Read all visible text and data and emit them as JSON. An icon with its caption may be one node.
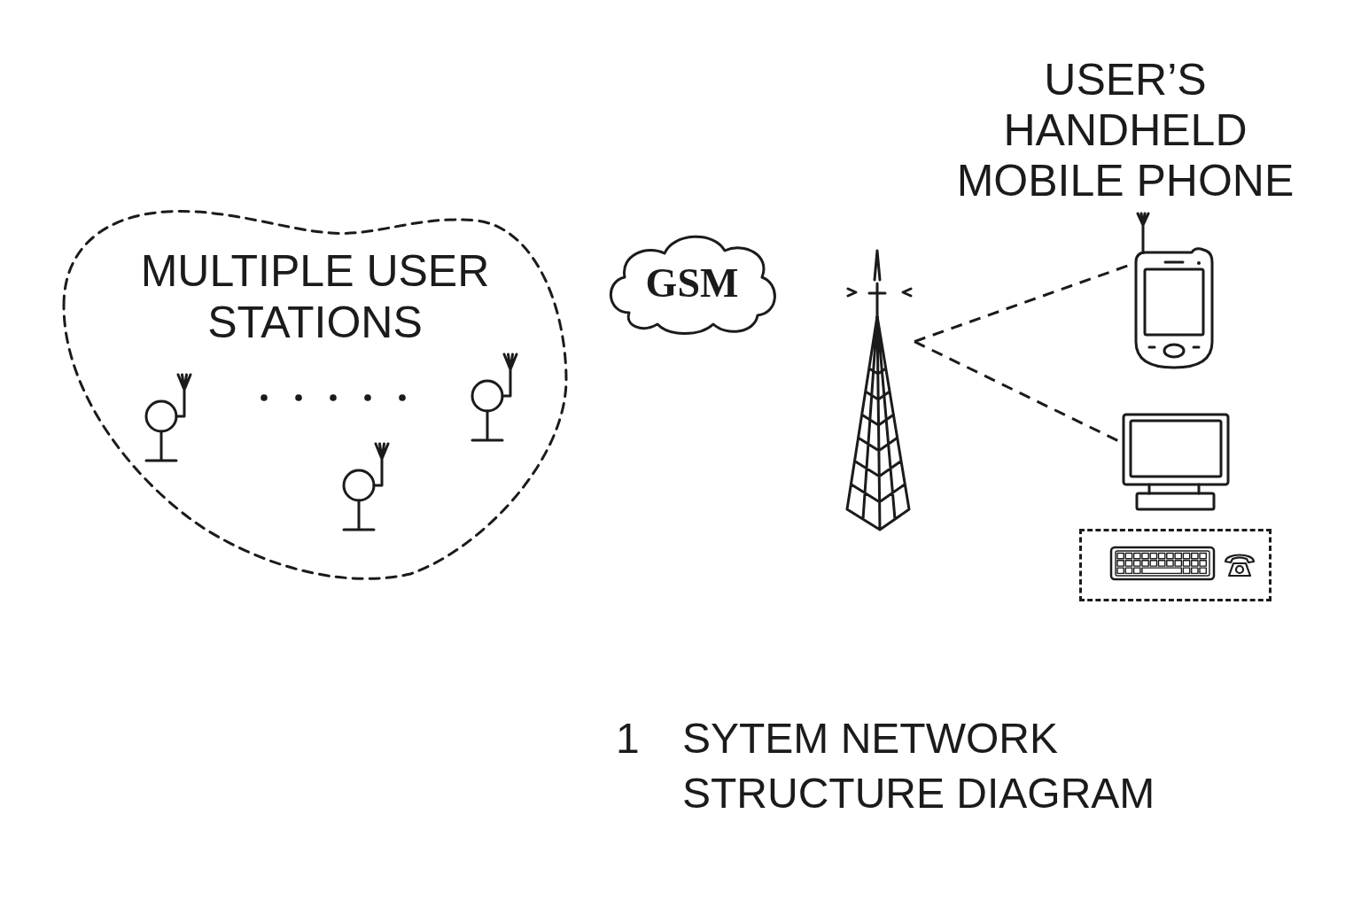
{
  "diagram": {
    "caption": "SYTEM NETWORK STRUCTURE DIAGRAM",
    "nodes": [
      {
        "text": [
          "MULTIPLE USER STATIONS"
        ]
      },
      {
        "text": [
          "GSM"
        ]
      },
      {
        "text": [],
        "shape": "picture"
      },
      {
        "text": [
          "USER’S HANDHELD MOBILE PHONE"
        ]
      },
      {
        "text": [],
        "shape": "picture"
      },
      {
        "text": [],
        "shape": "box"
      }
    ],
    "edges": [
      {
        "from": 2,
        "to": 3,
        "arrow": "none",
        "style": "dashed"
      },
      {
        "from": 2,
        "to": 4,
        "arrow": "none",
        "style": "dashed"
      }
    ],
    "labels": [
      "1"
    ]
  }
}
